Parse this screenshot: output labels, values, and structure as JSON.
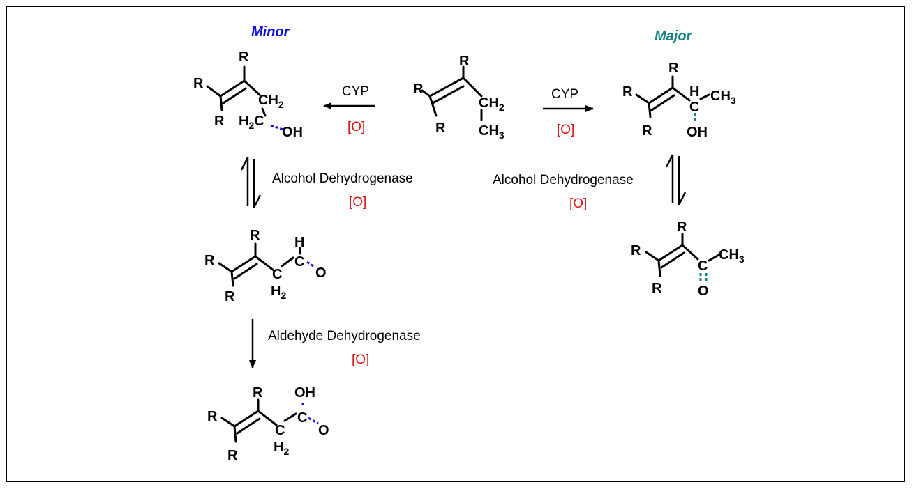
{
  "colors": {
    "minor": "#1010e0",
    "major": "#108484",
    "oxidant": "#e01010",
    "ink": "#000000"
  },
  "titles": {
    "minor": "Minor",
    "major": "Major"
  },
  "reagents": {
    "cyp": "CYP",
    "oxidant": "[O]",
    "alcohol_dehydrogenase": "Alcohol Dehydrogenase",
    "aldehyde_dehydrogenase": "Aldehyde Dehydrogenase"
  },
  "atoms": {
    "R": "R",
    "C": "C",
    "H": "H",
    "O": "O",
    "OH": "OH",
    "CH": "CH",
    "H2C": "H",
    "sub2": "2",
    "sub3": "3",
    "CH3_left": "CH",
    "CH2": "CH"
  }
}
